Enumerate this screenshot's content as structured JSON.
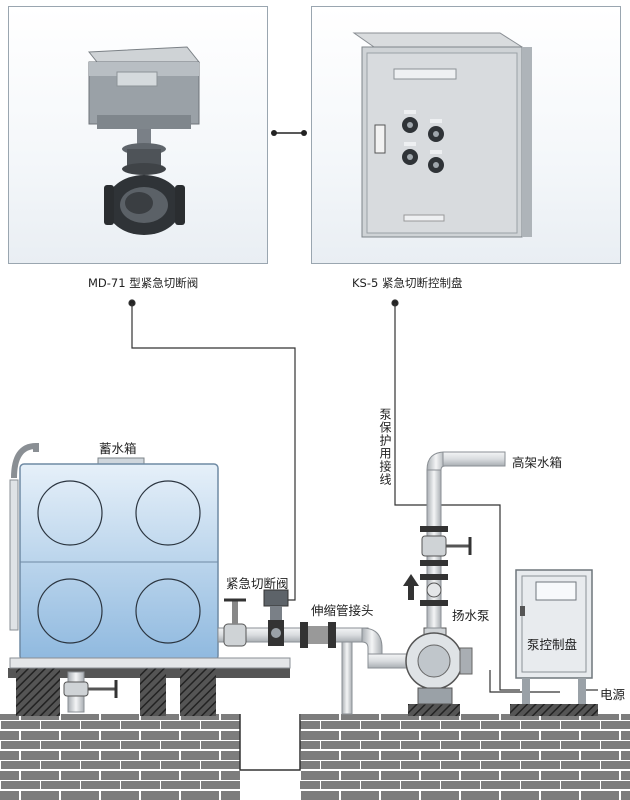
{
  "photos": {
    "valve_caption": "MD-71 型紧急切断阀",
    "panel_caption": "KS-5 紧急切断控制盘"
  },
  "labels": {
    "storage_tank": "蓄水箱",
    "emergency_valve": "紧急切断阀",
    "expansion_joint": "伸缩管接头",
    "pump_protection_wiring": "泵保护用接线",
    "elevated_tank": "高架水箱",
    "lift_pump": "扬水泵",
    "pump_control_panel": "泵控制盘",
    "power_supply": "电源"
  },
  "colors": {
    "pipe": "#e4e6e8",
    "pipe_edge": "#8a8f94",
    "tank_top": "#dbe9f5",
    "tank_bottom": "#9fc3e4",
    "brick": "#7d7d7d",
    "brick_mortar": "#ffffff",
    "foundation": "#444444",
    "wire": "#333333"
  }
}
